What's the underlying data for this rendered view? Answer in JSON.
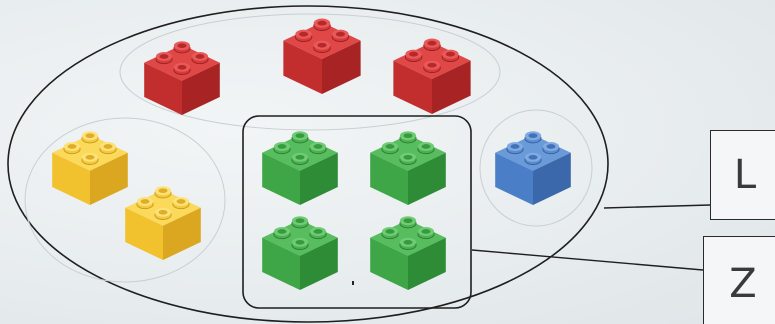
{
  "labels": {
    "outer_set": "L",
    "inner_set": "Z"
  },
  "blocks": {
    "red": 3,
    "yellow": 2,
    "green": 4,
    "blue": 1
  },
  "colors": {
    "red": "#d43a3a",
    "yellow": "#f3c53a",
    "green": "#3fa84a",
    "blue": "#4a7fc8",
    "outline": "#222222"
  }
}
